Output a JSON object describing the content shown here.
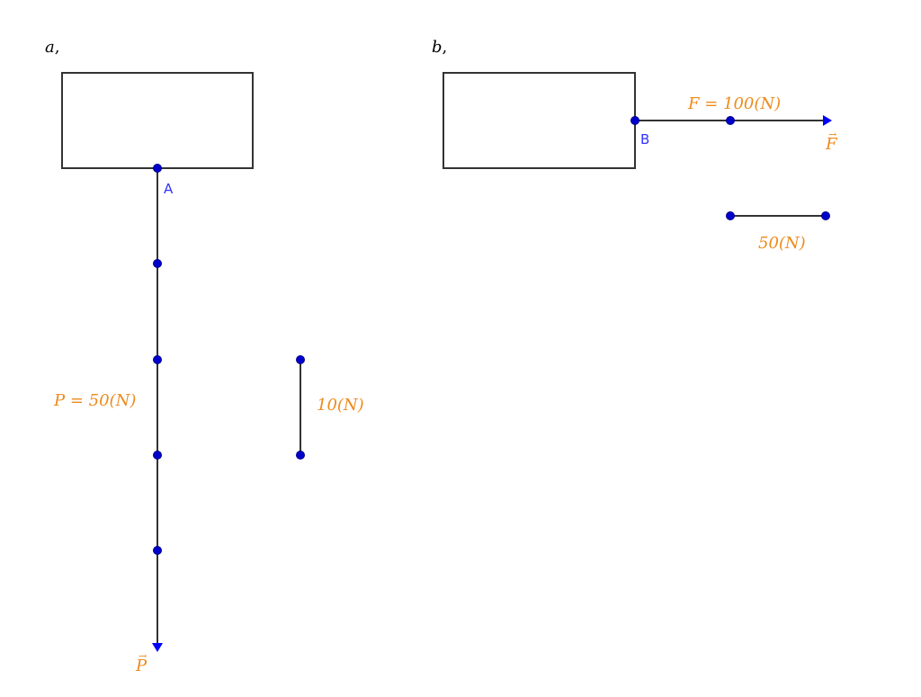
{
  "colors": {
    "stroke": "#333333",
    "point": "#0000cc",
    "point_outline": "#00008a",
    "vector": "#0000ff",
    "force_label": "#ee8a1c",
    "point_label": "#3333ff",
    "background": "#ffffff"
  },
  "part_a": {
    "label_letter": "a",
    "label_comma": ",",
    "point_label": "A",
    "force_label": "P = 50(N)",
    "vector_symbol": "P",
    "vector_arrow": "→",
    "scale_label": "10(N)",
    "tick_count": 5
  },
  "part_b": {
    "label_letter": "b",
    "label_comma": ",",
    "point_label": "B",
    "force_label": "F = 100(N)",
    "vector_symbol": "F",
    "vector_arrow": "→",
    "scale_label": "50(N)",
    "tick_count": 2
  }
}
